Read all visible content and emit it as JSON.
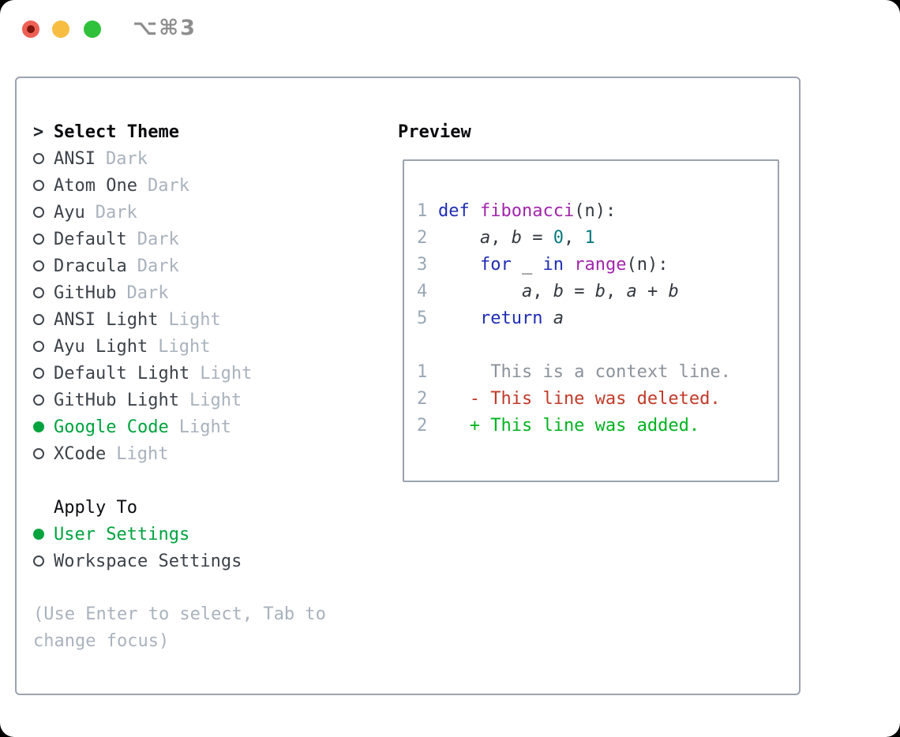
{
  "window": {
    "title": "⌥⌘3",
    "traffic_lights": [
      {
        "icon": "close-icon"
      },
      {
        "icon": "minimize-icon"
      },
      {
        "icon": "zoom-icon"
      }
    ]
  },
  "colors": {
    "accent_green": "#00a33e",
    "added_green": "#00b31f",
    "deleted_red": "#c03a28",
    "keyword_blue": "#1f2db4",
    "function_purple": "#a125ab",
    "number_teal": "#0a7a7e",
    "muted_gray": "#a9b2bd",
    "border_gray": "#9ba3ae"
  },
  "theme_panel": {
    "header": {
      "marker": ">",
      "label": "Select Theme"
    },
    "themes": [
      {
        "name": "ANSI",
        "tag": "Dark",
        "selected": false
      },
      {
        "name": "Atom One",
        "tag": "Dark",
        "selected": false
      },
      {
        "name": "Ayu",
        "tag": "Dark",
        "selected": false
      },
      {
        "name": "Default",
        "tag": "Dark",
        "selected": false
      },
      {
        "name": "Dracula",
        "tag": "Dark",
        "selected": false
      },
      {
        "name": "GitHub",
        "tag": "Dark",
        "selected": false
      },
      {
        "name": "ANSI Light",
        "tag": "Light",
        "selected": false
      },
      {
        "name": "Ayu Light",
        "tag": "Light",
        "selected": false
      },
      {
        "name": "Default Light",
        "tag": "Light",
        "selected": false
      },
      {
        "name": "GitHub Light",
        "tag": "Light",
        "selected": false
      },
      {
        "name": "Google Code",
        "tag": "Light",
        "selected": true
      },
      {
        "name": "XCode",
        "tag": "Light",
        "selected": false
      }
    ],
    "apply_to": {
      "header": "Apply To",
      "targets": [
        {
          "name": "User Settings",
          "selected": true
        },
        {
          "name": "Workspace Settings",
          "selected": false
        }
      ]
    },
    "hint_line1": "(Use Enter to select, Tab to",
    "hint_line2": "change focus)"
  },
  "preview": {
    "title": "Preview",
    "code_lines": [
      {
        "num": "1",
        "tokens": [
          {
            "t": "def",
            "c": "kw"
          },
          {
            "t": " ",
            "c": ""
          },
          {
            "t": "fibonacci",
            "c": "fn"
          },
          {
            "t": "(n):",
            "c": ""
          }
        ]
      },
      {
        "num": "2",
        "tokens": [
          {
            "t": "    ",
            "c": ""
          },
          {
            "t": "a",
            "c": "id"
          },
          {
            "t": ", ",
            "c": ""
          },
          {
            "t": "b",
            "c": "id"
          },
          {
            "t": " = ",
            "c": ""
          },
          {
            "t": "0",
            "c": "num"
          },
          {
            "t": ", ",
            "c": ""
          },
          {
            "t": "1",
            "c": "num"
          }
        ]
      },
      {
        "num": "3",
        "tokens": [
          {
            "t": "    ",
            "c": ""
          },
          {
            "t": "for",
            "c": "kw"
          },
          {
            "t": " _ ",
            "c": ""
          },
          {
            "t": "in",
            "c": "kw"
          },
          {
            "t": " ",
            "c": ""
          },
          {
            "t": "range",
            "c": "fn"
          },
          {
            "t": "(n):",
            "c": ""
          }
        ]
      },
      {
        "num": "4",
        "tokens": [
          {
            "t": "        ",
            "c": ""
          },
          {
            "t": "a",
            "c": "id"
          },
          {
            "t": ", ",
            "c": ""
          },
          {
            "t": "b",
            "c": "id"
          },
          {
            "t": " = ",
            "c": ""
          },
          {
            "t": "b",
            "c": "id"
          },
          {
            "t": ", ",
            "c": ""
          },
          {
            "t": "a",
            "c": "id"
          },
          {
            "t": " + ",
            "c": ""
          },
          {
            "t": "b",
            "c": "id"
          }
        ]
      },
      {
        "num": "5",
        "tokens": [
          {
            "t": "    ",
            "c": ""
          },
          {
            "t": "return",
            "c": "kw"
          },
          {
            "t": " ",
            "c": ""
          },
          {
            "t": "a",
            "c": "id"
          }
        ]
      }
    ],
    "diff_lines": [
      {
        "num": "1",
        "tokens": [
          {
            "t": "     This is a context line.",
            "c": "ctx"
          }
        ]
      },
      {
        "num": "2",
        "tokens": [
          {
            "t": "   - This line was deleted.",
            "c": "del"
          }
        ]
      },
      {
        "num": "2",
        "tokens": [
          {
            "t": "   + This line was added.",
            "c": "add"
          }
        ]
      }
    ]
  }
}
